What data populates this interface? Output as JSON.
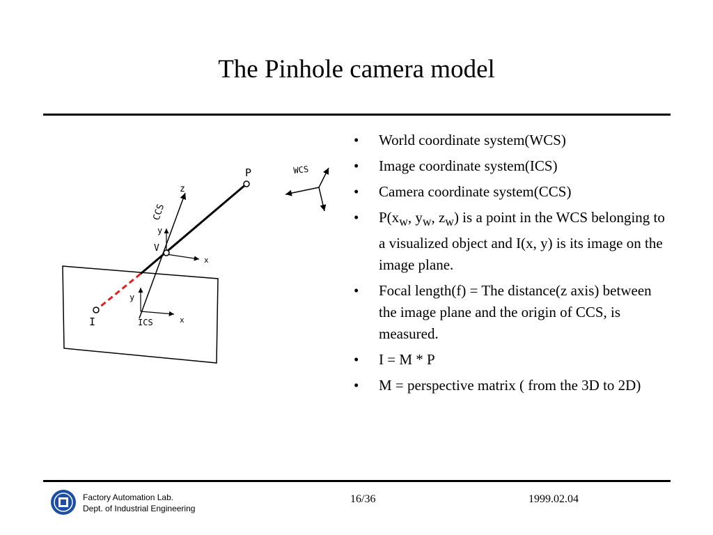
{
  "slide": {
    "title": "The Pinhole camera model",
    "bullets": [
      {
        "text": "World coordinate system(WCS)"
      },
      {
        "text": "Image coordinate system(ICS)"
      },
      {
        "text": "Camera coordinate system(CCS)"
      },
      {
        "pre": "P(x",
        "sub1": "w",
        "mid1": ", y",
        "sub2": "w",
        "mid2": ", z",
        "sub3": "w",
        "post": ") is a point in the WCS belonging to a visualized object and I(x, y) is its image on the image plane."
      },
      {
        "text": "Focal length(f) = The distance(z axis) between the image plane and the origin of CCS, is measured."
      },
      {
        "text": "I = M * P"
      },
      {
        "text": "M = perspective matrix ( from the 3D to 2D)"
      }
    ],
    "bullet_char": "•"
  },
  "diagram": {
    "labels": {
      "P": "P",
      "WCS": "WCS",
      "CCS": "CCS",
      "z": "z",
      "y_ccs": "y",
      "V": "V",
      "x_ccs": "x",
      "y_ics": "y",
      "ICS": "ICS",
      "x_ics": "x",
      "I": "I"
    },
    "colors": {
      "line": "#000000",
      "projection": "#e02020"
    }
  },
  "footer": {
    "org_line1": "Factory Automation Lab.",
    "org_line2": "Dept. of Industrial Engineering",
    "page": "16/36",
    "date": "1999.02.04",
    "logo_icon": "university-seal-icon"
  }
}
